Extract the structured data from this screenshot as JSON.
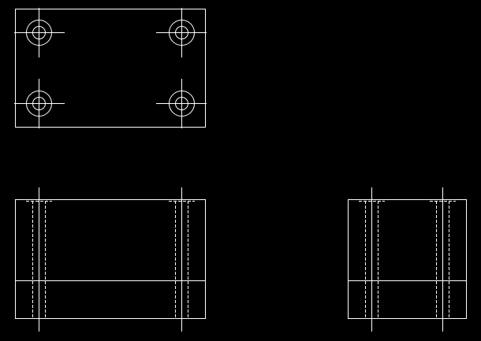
{
  "background_color": "#000000",
  "line_color": "#ffffff",
  "views": {
    "top": {
      "holes": 4
    },
    "front": {
      "hidden_hole_pairs": 2
    },
    "side": {
      "hidden_hole_pairs": 2
    }
  }
}
